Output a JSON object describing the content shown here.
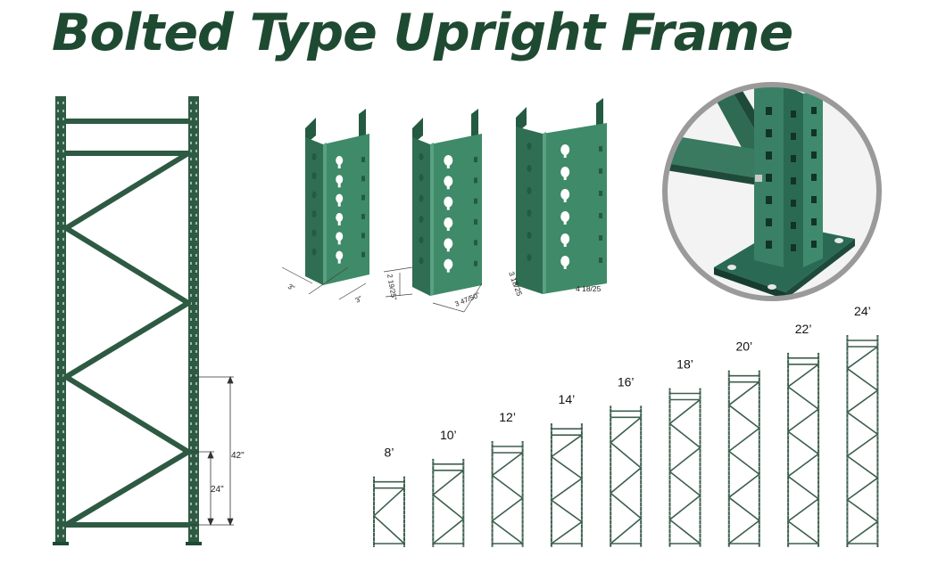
{
  "title": "Bolted Type Upright Frame",
  "colors": {
    "frame": "#2e5a43",
    "frame_dark": "#1f4a32",
    "column_face": "#3f8a68",
    "column_side": "#2f6e52",
    "column_dark": "#245a42",
    "dim_line": "#333333",
    "circle_ring": "#9a9a9a"
  },
  "main_frame": {
    "dimensions": [
      {
        "label": "42\"",
        "value_in": 42
      },
      {
        "label": "24\"",
        "value_in": 24
      }
    ]
  },
  "columns": [
    {
      "depth_label": "3\"",
      "width_label": "3\""
    },
    {
      "depth_label": "2 19/25\"",
      "width_label": "3 47/50\""
    },
    {
      "depth_label": "3 18/25",
      "width_label": "4 18/25"
    }
  ],
  "detail": {
    "icon": "column-base-plate-closeup-icon"
  },
  "heights": [
    "8’",
    "10’",
    "12’",
    "14’",
    "16’",
    "18’",
    "20’",
    "22’",
    "24’"
  ]
}
